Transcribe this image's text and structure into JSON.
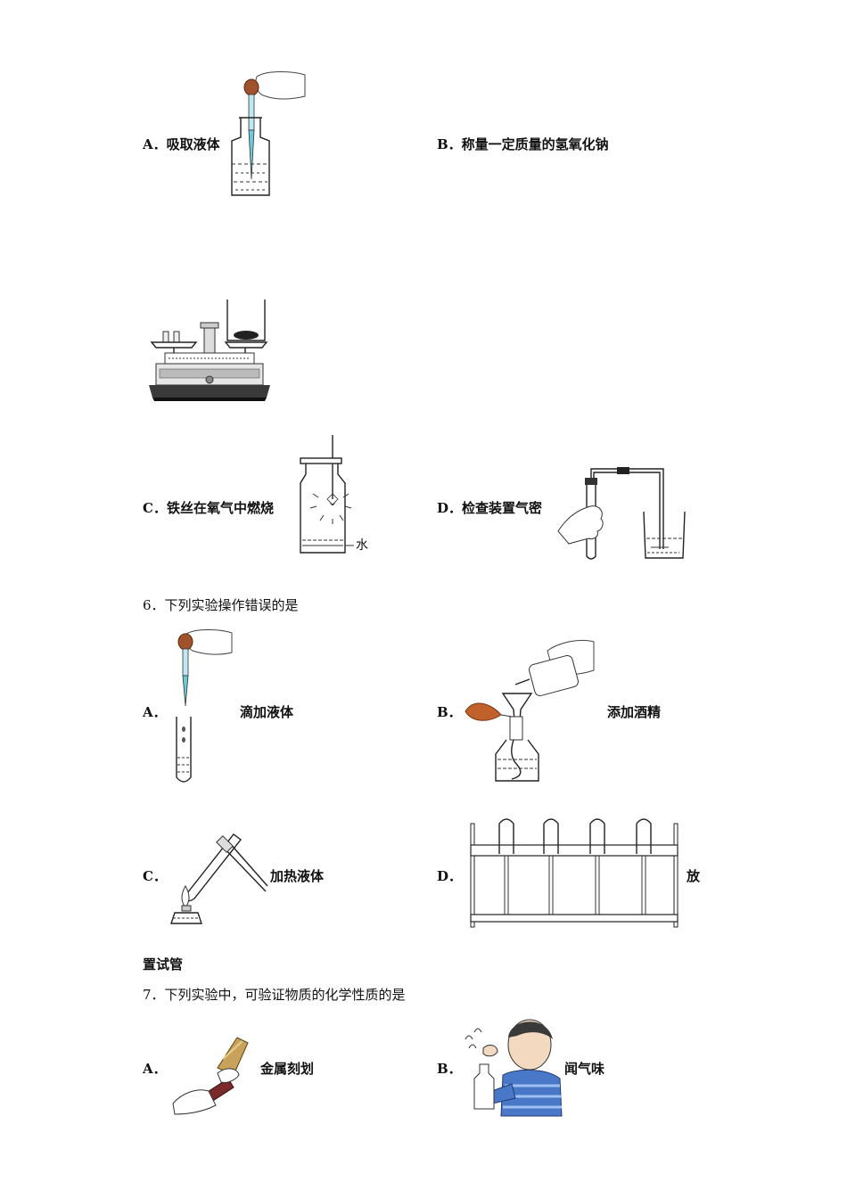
{
  "q5": {
    "a_label": "A．吸取液体",
    "b_label": "B．称量一定质量的氢氧化钠",
    "c_label": "C．铁丝在氧气中燃烧",
    "c_water": "水",
    "d_label": "D．检查装置气密"
  },
  "q6": {
    "title": "6．下列实验操作错误的是",
    "a_letter": "A．",
    "a_text": "滴加液体",
    "b_letter": "B．",
    "b_text": "添加酒精",
    "c_letter": "C．",
    "c_text": "加热液体",
    "d_letter": "D．",
    "d_text": "放",
    "d_text_cont": "置试管"
  },
  "q7": {
    "title": "7．下列实验中，可验证物质的化学性质的是",
    "a_letter": "A．",
    "a_text": "金属刻划",
    "b_letter": "B．",
    "b_text": "闻气味"
  }
}
